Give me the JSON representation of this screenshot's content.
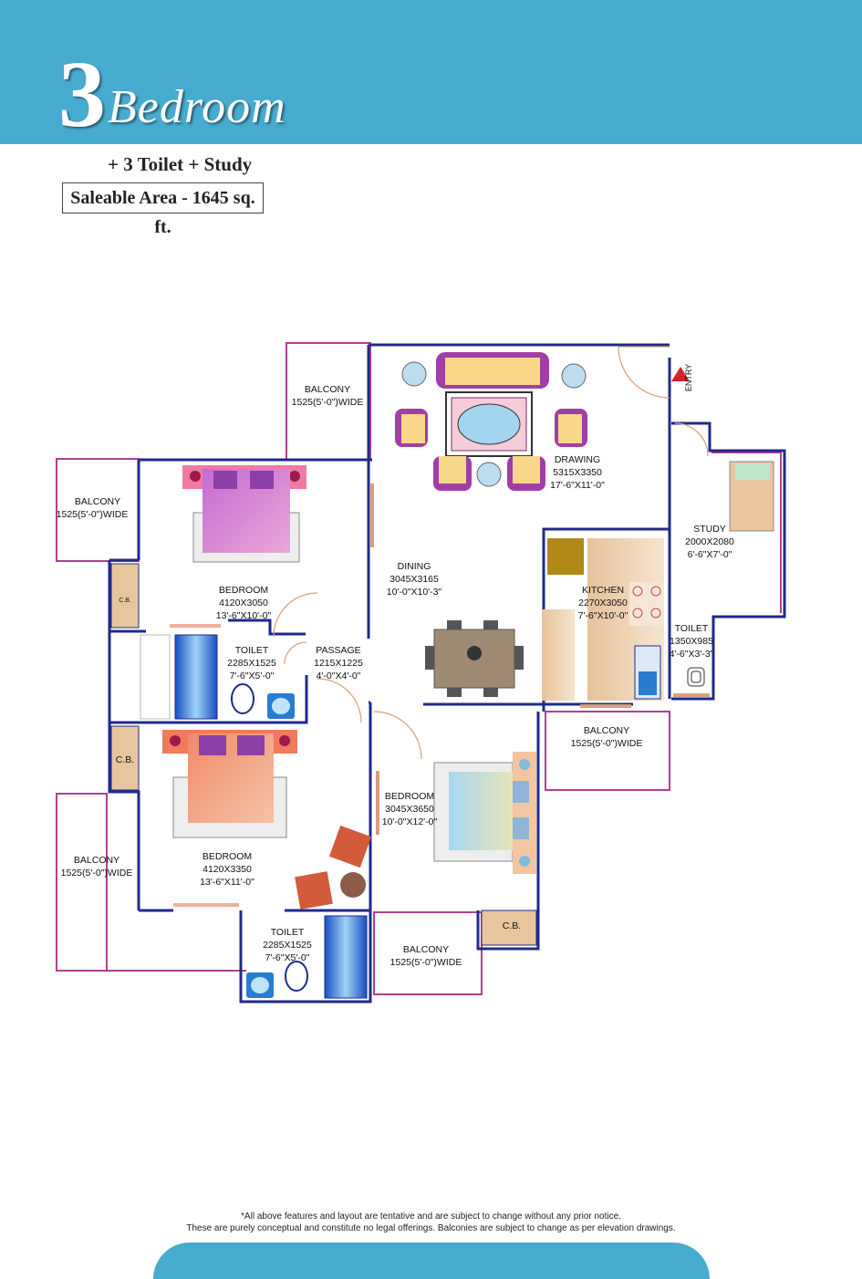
{
  "header": {
    "number": "3",
    "word": "Bedroom"
  },
  "subtitle": "+ 3 Toilet + Study",
  "saleable_area": "Saleable Area - 1645 sq. ft.",
  "rooms": {
    "balcony_top": {
      "name": "BALCONY",
      "size": "1525(5'-0\")WIDE"
    },
    "balcony_left1": {
      "name": "BALCONY",
      "size": "1525(5'-0\")WIDE"
    },
    "balcony_left2": {
      "name": "BALCONY",
      "size": "1525(5'-0\")WIDE"
    },
    "balcony_right": {
      "name": "BALCONY",
      "size": "1525(5'-0\")WIDE"
    },
    "balcony_bottom": {
      "name": "BALCONY",
      "size": "1525(5'-0\")WIDE"
    },
    "drawing": {
      "name": "DRAWING",
      "mm": "5315X3350",
      "ft": "17'-6\"X11'-0\""
    },
    "dining": {
      "name": "DINING",
      "mm": "3045X3165",
      "ft": "10'-0\"X10'-3\""
    },
    "kitchen": {
      "name": "KITCHEN",
      "mm": "2270X3050",
      "ft": "7'-6\"X10'-0\""
    },
    "study": {
      "name": "STUDY",
      "mm": "2000X2080",
      "ft": "6'-6\"X7'-0\""
    },
    "toilet_right": {
      "name": "TOILET",
      "mm": "1350X985",
      "ft": "4'-6\"X3'-3\""
    },
    "bedroom1": {
      "name": "BEDROOM",
      "mm": "4120X3050",
      "ft": "13'-6\"X10'-0\""
    },
    "toilet1": {
      "name": "TOILET",
      "mm": "2285X1525",
      "ft": "7'-6\"X5'-0\""
    },
    "passage": {
      "name": "PASSAGE",
      "mm": "1215X1225",
      "ft": "4'-0\"X4'-0\""
    },
    "bedroom2": {
      "name": "BEDROOM",
      "mm": "4120X3350",
      "ft": "13'-6\"X11'-0\""
    },
    "toilet2": {
      "name": "TOILET",
      "mm": "2285X1525",
      "ft": "7'-6\"X5'-0\""
    },
    "bedroom3": {
      "name": "BEDROOM",
      "mm": "3045X3650",
      "ft": "10'-0\"X12'-0\""
    },
    "cb1": "C.B.",
    "cb2": "C.B.",
    "cb3": "C.B.",
    "entry": "ENTRY"
  },
  "disclaimer": {
    "line1": "*All above features and layout are tentative and are subject to change without any prior notice.",
    "line2": "These are purely conceptual and constitute no legal offerings. Balconies are subject to change as per elevation drawings."
  },
  "colors": {
    "header": "#47abd0",
    "wall": "#1f2a8a",
    "balcony": "#b0408f",
    "door": "#d8a078"
  }
}
